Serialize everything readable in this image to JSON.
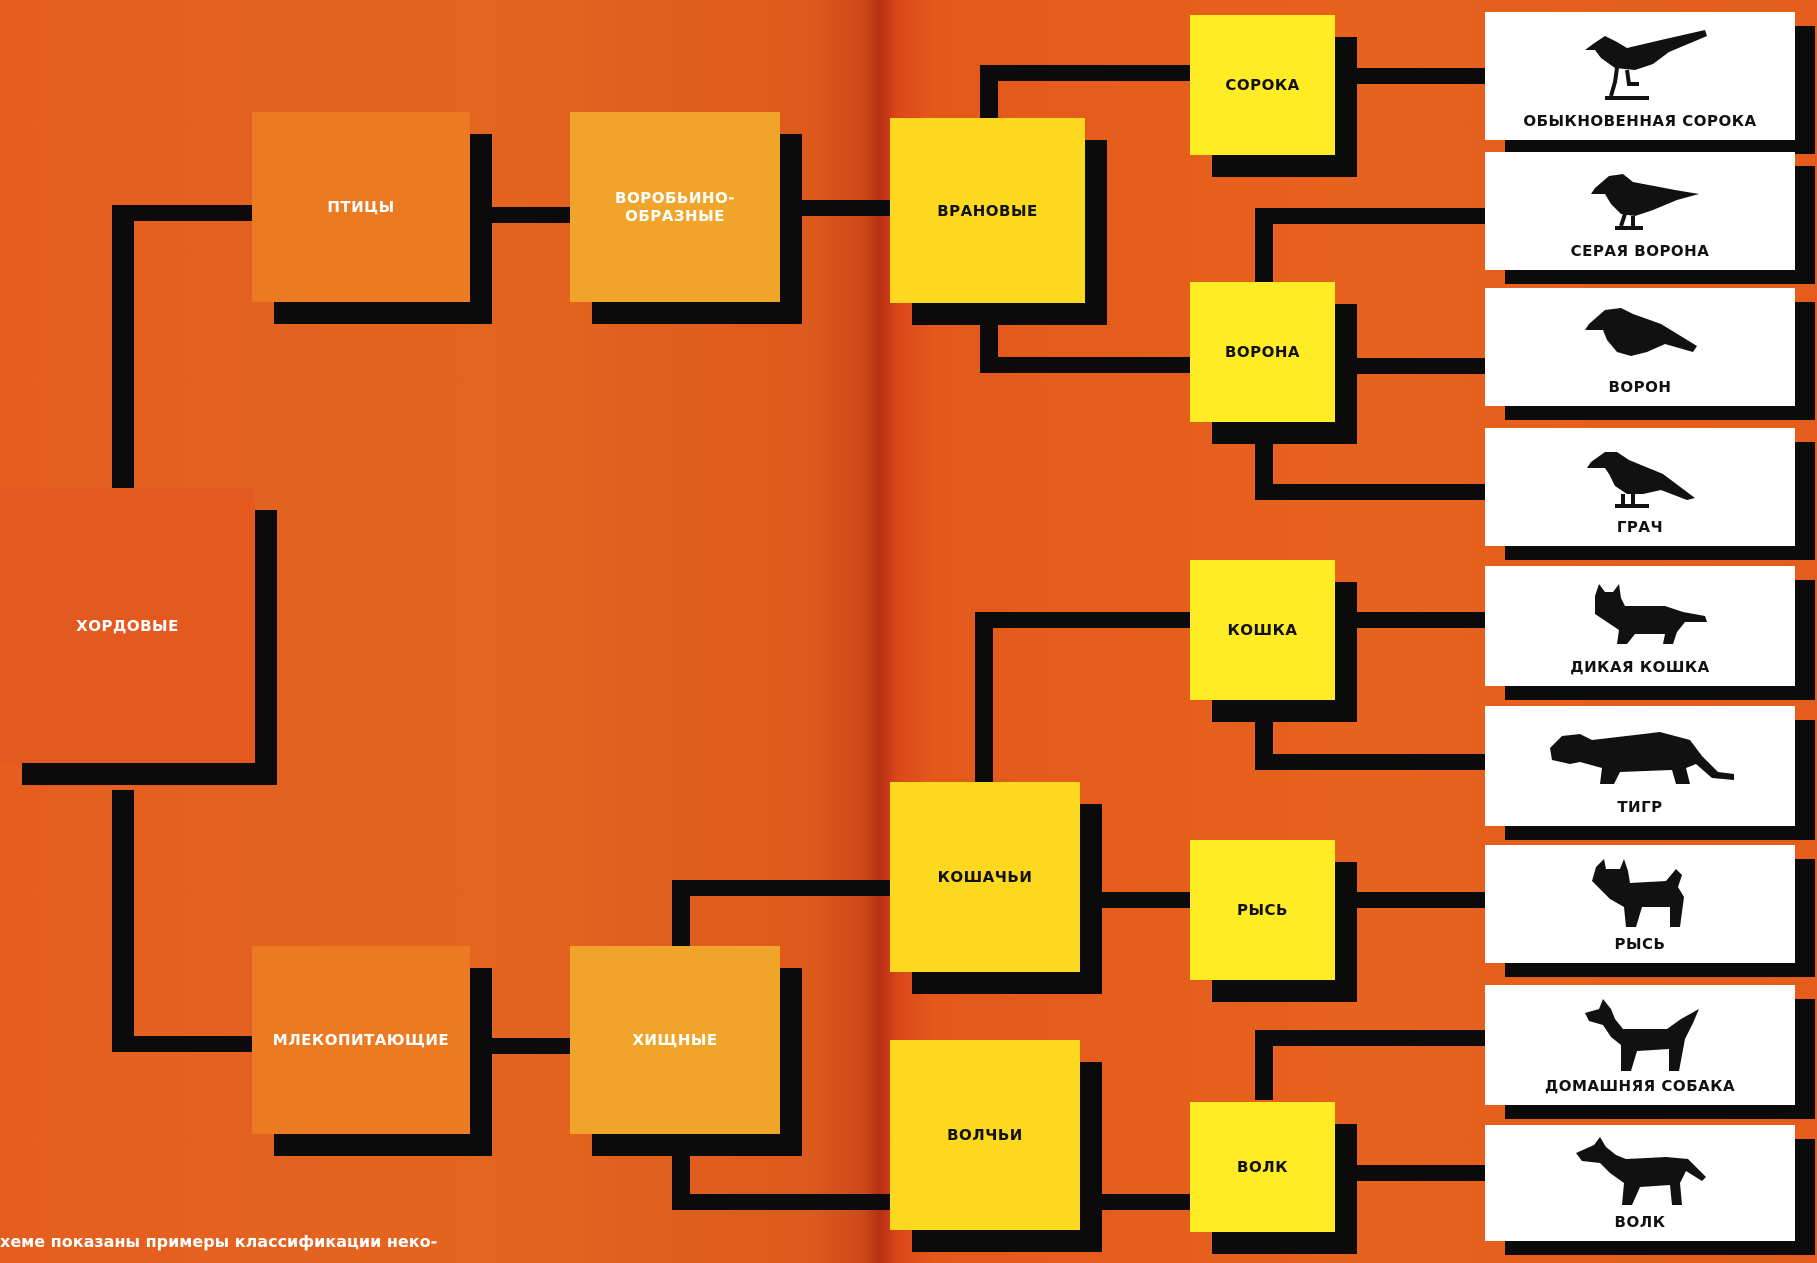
{
  "colors": {
    "background": "#e45a1e",
    "lines": "#0b0b0b",
    "level_phylum": "#e45a1e",
    "level_class": "#ec7a22",
    "level_order": "#f0a52a",
    "level_family": "#fcd91f",
    "level_genus": "#ffec24",
    "species_card": "#ffffff"
  },
  "tree": {
    "phylum": "ХОРДОВЫЕ",
    "classes": {
      "birds": "ПТИЦЫ",
      "mammals": "МЛЕКОПИТАЮЩИЕ"
    },
    "orders": {
      "passerines": "ВОРОБЬИНО-\nОБРАЗНЫЕ",
      "carnivores": "ХИЩНЫЕ"
    },
    "families": {
      "corvids": "ВРАНОВЫЕ",
      "felids": "КОШАЧЬИ",
      "canids": "ВОЛЧЬИ"
    },
    "genera": {
      "magpie": "СОРОКА",
      "crow": "ВОРОНА",
      "cat": "КОШКА",
      "lynx": "РЫСЬ",
      "wolf": "ВОЛК"
    }
  },
  "species": [
    {
      "label": "ОБЫКНОВЕННАЯ СОРОКА",
      "icon": "magpie-icon"
    },
    {
      "label": "СЕРАЯ ВОРОНА",
      "icon": "hooded-crow-icon"
    },
    {
      "label": "ВОРОН",
      "icon": "raven-icon"
    },
    {
      "label": "ГРАЧ",
      "icon": "rook-icon"
    },
    {
      "label": "ДИКАЯ КОШКА",
      "icon": "wildcat-icon"
    },
    {
      "label": "ТИГР",
      "icon": "tiger-icon"
    },
    {
      "label": "РЫСЬ",
      "icon": "lynx-icon"
    },
    {
      "label": "ДОМАШНЯЯ СОБАКА",
      "icon": "dog-icon"
    },
    {
      "label": "ВОЛК",
      "icon": "wolf-icon"
    }
  ],
  "caption": "хеме показаны примеры классификации неко-"
}
